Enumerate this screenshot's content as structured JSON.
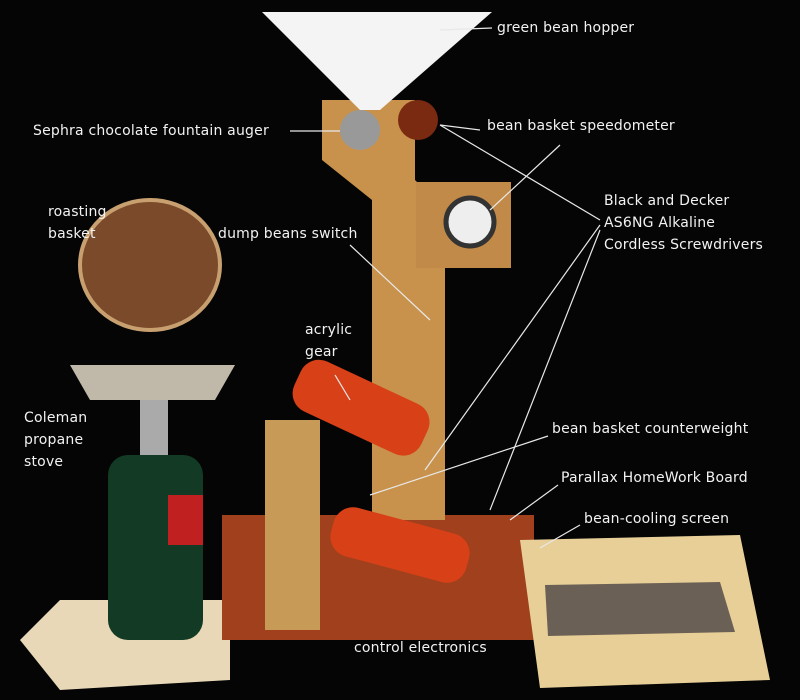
{
  "labels": {
    "hopper": "green bean hopper",
    "auger": "Sephra chocolate fountain auger",
    "speedometer": "bean basket speedometer",
    "screwdrivers": [
      "Black and Decker",
      "AS6NG Alkaline",
      "Cordless Screwdrivers"
    ],
    "basket": [
      "roasting",
      "basket"
    ],
    "switch": "dump beans switch",
    "gear": [
      "acrylic",
      "gear"
    ],
    "stove": [
      "Coleman",
      "propane",
      "stove"
    ],
    "counterweight": "bean basket counterweight",
    "board": "Parallax HomeWork Board",
    "screen": "bean-cooling screen",
    "electronics": "control electronics"
  },
  "canister_brand": "Coleman"
}
